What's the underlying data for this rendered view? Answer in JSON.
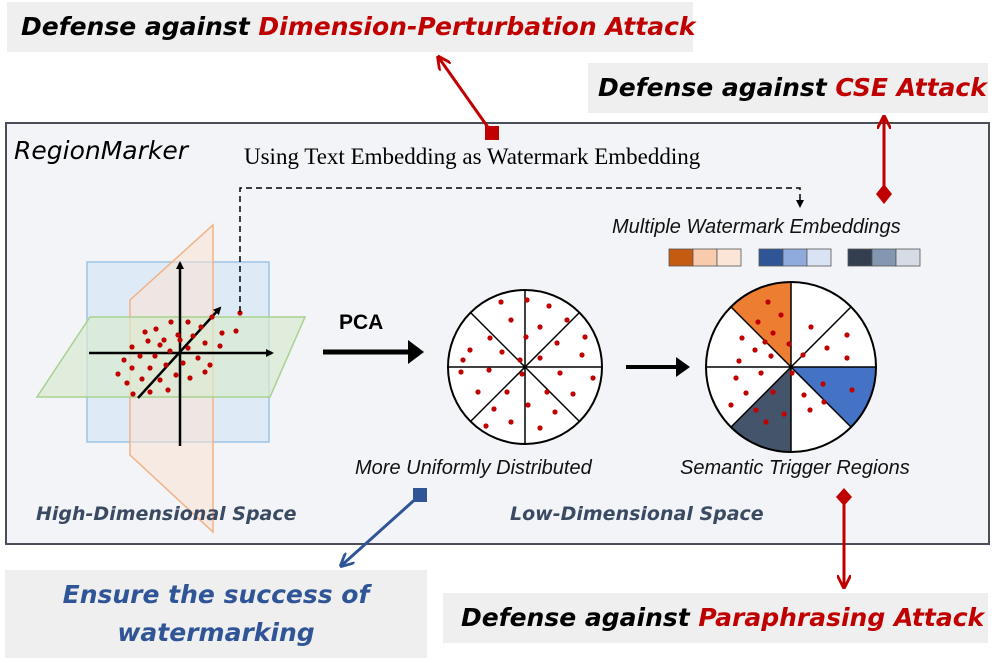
{
  "callouts": {
    "dimension_prefix": "Defense against ",
    "dimension_attack": "Dimension-Perturbation Attack",
    "cse_prefix": "Defense against ",
    "cse_attack": "CSE Attack",
    "paraphrase_prefix": "Defense against ",
    "paraphrase_attack": "Paraphrasing Attack",
    "success_line1": "Ensure the success of",
    "success_line2": "watermarking"
  },
  "main": {
    "title": "RegionMarker",
    "text_embedding_label": "Using Text Embedding as Watermark Embedding",
    "pca_label": "PCA",
    "multiple_embeddings_label": "Multiple Watermark Embeddings",
    "uniform_label": "More Uniformly Distributed",
    "semantic_label": "Semantic Trigger Regions",
    "high_dim_label": "High-Dimensional Space",
    "low_dim_label": "Low-Dimensional Space"
  },
  "colors": {
    "attack_red": "#c00000",
    "connector_red": "#c00000",
    "connector_blue": "#2f5597",
    "orange_region": "#ed7d31",
    "blue_region": "#4472c4",
    "slate_region": "#44546a",
    "dot_red": "#c00000"
  },
  "swatches": {
    "orange": [
      "#c55a11",
      "#f8cbad",
      "#fbe5d6"
    ],
    "blue": [
      "#2f5597",
      "#8faadc",
      "#dae3f3"
    ],
    "slate": [
      "#333f50",
      "#8497b0",
      "#d6dce5"
    ]
  }
}
